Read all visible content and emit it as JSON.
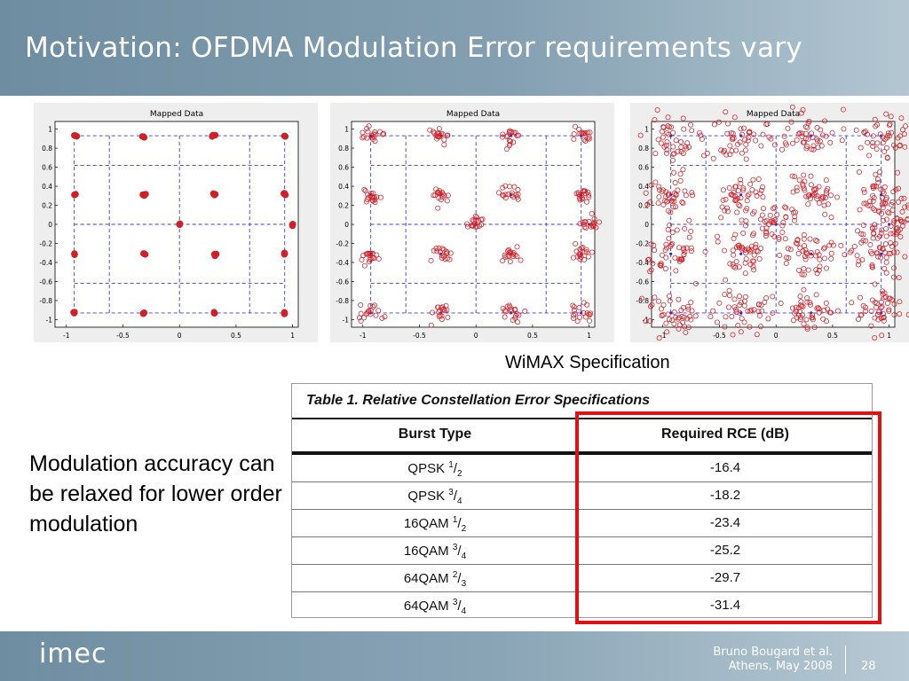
{
  "slide": {
    "title": "Motivation: OFDMA Modulation Error requirements vary",
    "spec_caption": "WiMAX Specification",
    "side_text": "Modulation accuracy can be relaxed for lower order modulation",
    "colors": {
      "header": "#7a97aa",
      "highlight": "#e30f12",
      "points": "#d21f26",
      "grid": "#3b3bd6"
    }
  },
  "chart_data": [
    {
      "type": "scatter",
      "title": "Mapped Data",
      "xlim": [
        -1.1,
        1.05
      ],
      "ylim": [
        -1.08,
        1.08
      ],
      "xticks": [
        -1,
        -0.5,
        0,
        0.5,
        1
      ],
      "xtick_labels": [
        "-1",
        "-0.5",
        "0",
        "0.5",
        "1"
      ],
      "yticks": [
        1,
        0.8,
        0.6,
        0.4,
        0.2,
        0,
        -0.2,
        -0.4,
        -0.6,
        -0.8,
        -1
      ],
      "ytick_labels": [
        "1",
        "0.8",
        "0.6",
        "0.4",
        "0.2",
        "0",
        "-0.2",
        "-0.4",
        "-0.6",
        "-0.8",
        "-1"
      ],
      "grid": true,
      "centers_x": [
        -0.93,
        -0.31,
        0.31,
        0.93
      ],
      "centers_y": [
        0.93,
        0.31,
        -0.31,
        -0.93
      ],
      "extra_points": [
        [
          0,
          0
        ],
        [
          1,
          0
        ]
      ],
      "spread": 0.008,
      "points_per_center": 3
    },
    {
      "type": "scatter",
      "title": "Mapped Data",
      "xlim": [
        -1.1,
        1.05
      ],
      "ylim": [
        -1.08,
        1.08
      ],
      "xticks": [
        -1,
        -0.5,
        0,
        0.5,
        1
      ],
      "xtick_labels": [
        "-1",
        "-0.5",
        "0",
        "0.5",
        "1"
      ],
      "yticks": [
        1,
        0.8,
        0.6,
        0.4,
        0.2,
        0,
        -0.2,
        -0.4,
        -0.6,
        -0.8,
        -1
      ],
      "ytick_labels": [
        "1",
        "0.8",
        "0.6",
        "0.4",
        "0.2",
        "0",
        "-0.2",
        "-0.4",
        "-0.6",
        "-0.8",
        "-1"
      ],
      "grid": true,
      "centers_x": [
        -0.93,
        -0.31,
        0.31,
        0.93
      ],
      "centers_y": [
        0.93,
        0.31,
        -0.31,
        -0.93
      ],
      "extra_points": [
        [
          0,
          0
        ],
        [
          1,
          0
        ]
      ],
      "spread": 0.045,
      "points_per_center": 18
    },
    {
      "type": "scatter",
      "title": "Mapped Data",
      "xlim": [
        -1.1,
        1.05
      ],
      "ylim": [
        -1.08,
        1.08
      ],
      "xticks": [
        -1,
        -0.5,
        0,
        0.5,
        1
      ],
      "xtick_labels": [
        "-1",
        "-0.5",
        "0",
        "0.5",
        "1"
      ],
      "yticks": [
        1,
        0.8,
        0.6,
        0.4,
        0.2,
        0,
        -0.2,
        -0.4,
        -0.6,
        -0.8,
        -1
      ],
      "ytick_labels": [
        "1",
        "0.8",
        "0.6",
        "0.4",
        "0.2",
        "0",
        "-0.2",
        "-0.4",
        "-0.6",
        "-0.8",
        "-1"
      ],
      "grid": true,
      "centers_x": [
        -0.93,
        -0.31,
        0.31,
        0.93
      ],
      "centers_y": [
        0.93,
        0.31,
        -0.31,
        -0.93
      ],
      "extra_points": [
        [
          0,
          0
        ],
        [
          1,
          0
        ]
      ],
      "spread": 0.12,
      "points_per_center": 45
    }
  ],
  "table": {
    "caption": "Table 1. Relative Constellation Error Specifications",
    "headers": [
      "Burst Type",
      "Required RCE (dB)"
    ],
    "rows": [
      {
        "mod": "QPSK",
        "num": "1",
        "den": "2",
        "rce": "-16.4"
      },
      {
        "mod": "QPSK",
        "num": "3",
        "den": "4",
        "rce": "-18.2"
      },
      {
        "mod": "16QAM",
        "num": "1",
        "den": "2",
        "rce": "-23.4"
      },
      {
        "mod": "16QAM",
        "num": "3",
        "den": "4",
        "rce": "-25.2"
      },
      {
        "mod": "64QAM",
        "num": "2",
        "den": "3",
        "rce": "-29.7"
      },
      {
        "mod": "64QAM",
        "num": "3",
        "den": "4",
        "rce": "-31.4"
      }
    ]
  },
  "footer": {
    "logo": "imec",
    "author": "Bruno Bougard et al.",
    "venue": "Athens, May 2008",
    "page": "28"
  }
}
